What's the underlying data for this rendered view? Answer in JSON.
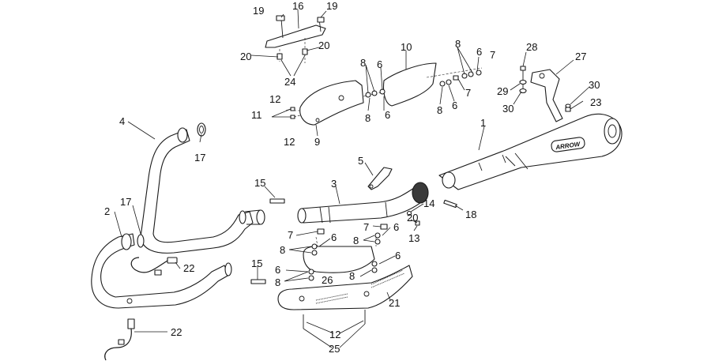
{
  "colors": {
    "line": "#1a1a1a",
    "background": "#ffffff"
  },
  "brand_mark": "ARROW",
  "callouts": [
    {
      "id": "c1",
      "text": "1"
    },
    {
      "id": "c2",
      "text": "2"
    },
    {
      "id": "c3",
      "text": "3"
    },
    {
      "id": "c4",
      "text": "4"
    },
    {
      "id": "c5",
      "text": "5"
    },
    {
      "id": "c6a",
      "text": "6"
    },
    {
      "id": "c6b",
      "text": "6"
    },
    {
      "id": "c6c",
      "text": "6"
    },
    {
      "id": "c6d",
      "text": "6"
    },
    {
      "id": "c6e",
      "text": "6"
    },
    {
      "id": "c6f",
      "text": "6"
    },
    {
      "id": "c6g",
      "text": "6"
    },
    {
      "id": "c6h",
      "text": "6"
    },
    {
      "id": "c7a",
      "text": "7"
    },
    {
      "id": "c7b",
      "text": "7"
    },
    {
      "id": "c7c",
      "text": "7"
    },
    {
      "id": "c7d",
      "text": "7"
    },
    {
      "id": "c8a",
      "text": "8"
    },
    {
      "id": "c8b",
      "text": "8"
    },
    {
      "id": "c8c",
      "text": "8"
    },
    {
      "id": "c8d",
      "text": "8"
    },
    {
      "id": "c8e",
      "text": "8"
    },
    {
      "id": "c8f",
      "text": "8"
    },
    {
      "id": "c8g",
      "text": "8"
    },
    {
      "id": "c8h",
      "text": "8"
    },
    {
      "id": "c9",
      "text": "9"
    },
    {
      "id": "c10",
      "text": "10"
    },
    {
      "id": "c11",
      "text": "11"
    },
    {
      "id": "c12a",
      "text": "12"
    },
    {
      "id": "c12b",
      "text": "12"
    },
    {
      "id": "c12c",
      "text": "12"
    },
    {
      "id": "c13",
      "text": "13"
    },
    {
      "id": "c14",
      "text": "14"
    },
    {
      "id": "c15a",
      "text": "15"
    },
    {
      "id": "c15b",
      "text": "15"
    },
    {
      "id": "c16",
      "text": "16"
    },
    {
      "id": "c17a",
      "text": "17"
    },
    {
      "id": "c17b",
      "text": "17"
    },
    {
      "id": "c18",
      "text": "18"
    },
    {
      "id": "c19a",
      "text": "19"
    },
    {
      "id": "c19b",
      "text": "19"
    },
    {
      "id": "c20a",
      "text": "20"
    },
    {
      "id": "c20b",
      "text": "20"
    },
    {
      "id": "c20c",
      "text": "20"
    },
    {
      "id": "c21",
      "text": "21"
    },
    {
      "id": "c22a",
      "text": "22"
    },
    {
      "id": "c22b",
      "text": "22"
    },
    {
      "id": "c23",
      "text": "23"
    },
    {
      "id": "c24",
      "text": "24"
    },
    {
      "id": "c25",
      "text": "25"
    },
    {
      "id": "c26",
      "text": "26"
    },
    {
      "id": "c27",
      "text": "27"
    },
    {
      "id": "c28",
      "text": "28"
    },
    {
      "id": "c29",
      "text": "29"
    },
    {
      "id": "c30a",
      "text": "30"
    },
    {
      "id": "c30b",
      "text": "30"
    }
  ]
}
